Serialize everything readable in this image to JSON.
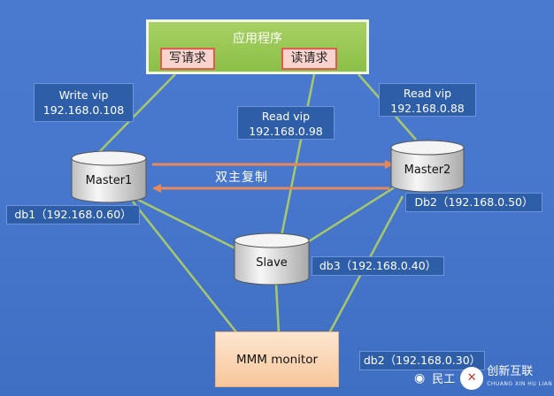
{
  "app": {
    "title": "应用程序",
    "write_label": "写请求",
    "read_label": "读请求"
  },
  "labels": {
    "write_vip": "Write vip\n192.168.0.108",
    "read_vip_1": "Read vip\n192.168.0.98",
    "read_vip_2": "Read vip\n192.168.0.88",
    "db1": "db1（192.168.0.60）",
    "db2": "Db2（192.168.0.50）",
    "db3": "db3（192.168.0.40）",
    "db2_bottom": "db2（192.168.0.30）"
  },
  "nodes": {
    "master1": "Master1",
    "master2": "Master2",
    "slave": "Slave",
    "monitor": "MMM monitor"
  },
  "replication": "双主复制",
  "watermark": {
    "left": "民工",
    "brand": "创新互联",
    "brand_sub": "CHUANG XIN HU LIAN"
  },
  "colors": {
    "background": "#4677cc",
    "link": "#a8c76a",
    "arrow": "#e8885a",
    "app_fill": "#98c655",
    "request_border": "#e05a4e",
    "monitor_fill": "#f9d0ab"
  }
}
